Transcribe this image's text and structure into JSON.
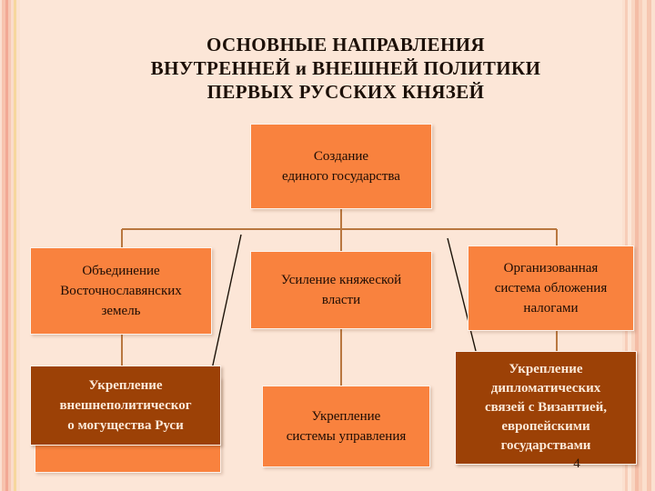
{
  "slide": {
    "page_number": "4",
    "background_color": "#fce6d7",
    "accent_orange": "#f9823e",
    "accent_brown": "#9c4106",
    "title_lines": [
      "ОСНОВНЫЕ НАПРАВЛЕНИЯ",
      "ВНУТРЕННЕЙ и ВНЕШНЕЙ  ПОЛИТИКИ",
      "ПЕРВЫХ РУССКИХ КНЯЗЕЙ"
    ],
    "title_full": "ОСНОВНЫЕ НАПРАВЛЕНИЯ ВНУТРЕННЕЙ и ВНЕШНЕЙ ПОЛИТИКИ ПЕРВЫХ РУССКИХ КНЯЗЕЙ"
  },
  "diagram": {
    "root": {
      "label": "Создание\nединого государства",
      "color": "#f9823e"
    },
    "branches": [
      {
        "id": "union",
        "label": "Объединение\nВосточнославянских\nземель",
        "color": "#f9823e"
      },
      {
        "id": "power",
        "label": "Усиление княжеской\nвласти",
        "color": "#f9823e"
      },
      {
        "id": "tax",
        "label": "Организованная\nсистема обложения\nналогами",
        "color": "#f9823e"
      }
    ],
    "leaves": [
      {
        "id": "empty-box",
        "label": "",
        "color": "#f9823e"
      },
      {
        "id": "foreign-power",
        "label": "Укрепление\nвнешнеполитическог\nо могущества Руси",
        "color": "#9c4106"
      },
      {
        "id": "admin-system",
        "label": "Укрепление\nсистемы управления",
        "color": "#f9823e"
      },
      {
        "id": "byzantium-ties",
        "label": "Укрепление\nдипломатических\nсвязей с Византией,\nевропейскими\nгосударствами",
        "color": "#9c4106"
      }
    ]
  }
}
